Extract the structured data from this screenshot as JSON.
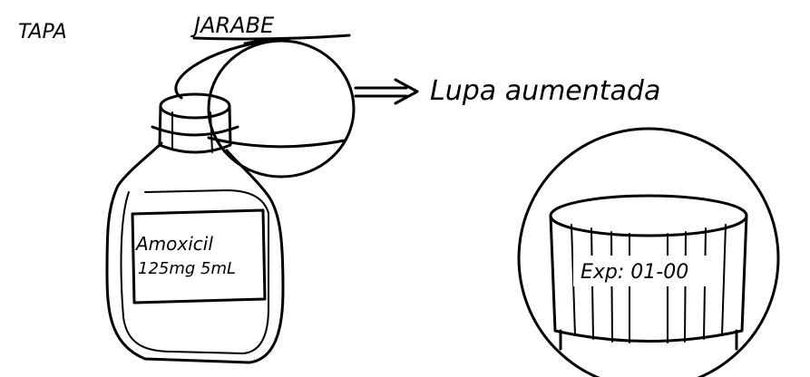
{
  "labels": {
    "cap": "TAPA",
    "syrup": "JARABE",
    "magnifier": "Lupa aumentada"
  },
  "bottle_label": {
    "line1": "Amoxicil",
    "line2": "125mg 5mL"
  },
  "magnified_label": {
    "text": "Exp: 01-00"
  },
  "colors": {
    "ink": "#000000",
    "paper": "#ffffff"
  }
}
